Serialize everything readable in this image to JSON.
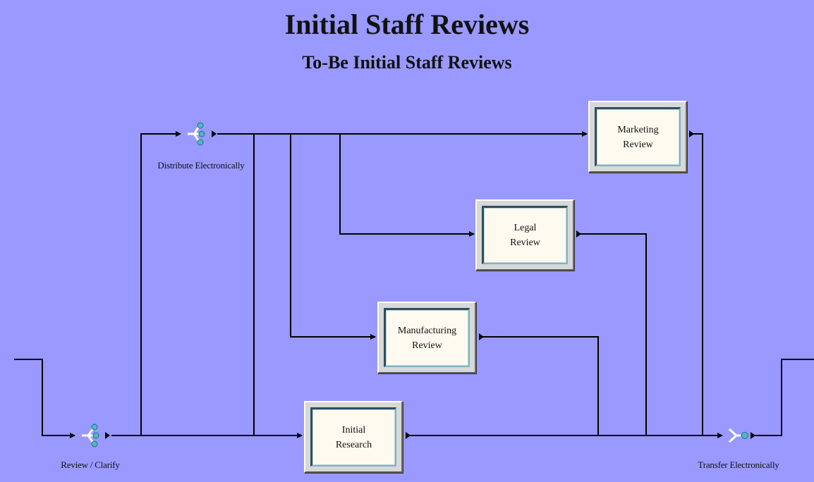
{
  "title": "Initial Staff Reviews",
  "subtitle": "To-Be Initial Staff Reviews",
  "nodes": {
    "marketing_review": {
      "line1": "Marketing",
      "line2": "Review"
    },
    "legal_review": {
      "line1": "Legal",
      "line2": "Review"
    },
    "manufacturing_review": {
      "line1": "Manufacturing",
      "line2": "Review"
    },
    "initial_research": {
      "line1": "Initial",
      "line2": "Research"
    }
  },
  "gateways": {
    "distribute": {
      "label": "Distribute Electronically",
      "kind": "split"
    },
    "review_clarify": {
      "label": "Review / Clarify",
      "kind": "split"
    },
    "transfer": {
      "label": "Transfer Electronically",
      "kind": "join"
    }
  },
  "colors": {
    "background": "#9999ff",
    "line": "#000000",
    "task_fill": "#fffaf0",
    "task_frame": "#d8d8d8"
  }
}
